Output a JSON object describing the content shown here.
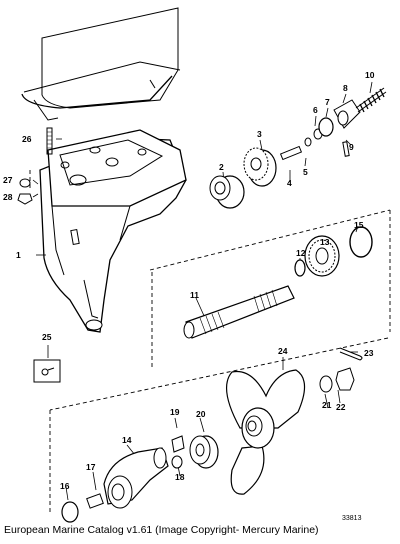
{
  "diagram": {
    "figure_number": "33813",
    "caption": "European Marine Catalog v1.61 (Image Copyright- Mercury Marine)",
    "callouts": [
      "1",
      "2",
      "3",
      "4",
      "5",
      "6",
      "7",
      "8",
      "9",
      "10",
      "11",
      "12",
      "13",
      "14",
      "15",
      "16",
      "17",
      "18",
      "19",
      "20",
      "21",
      "22",
      "23",
      "24",
      "25",
      "26",
      "27",
      "28"
    ]
  }
}
